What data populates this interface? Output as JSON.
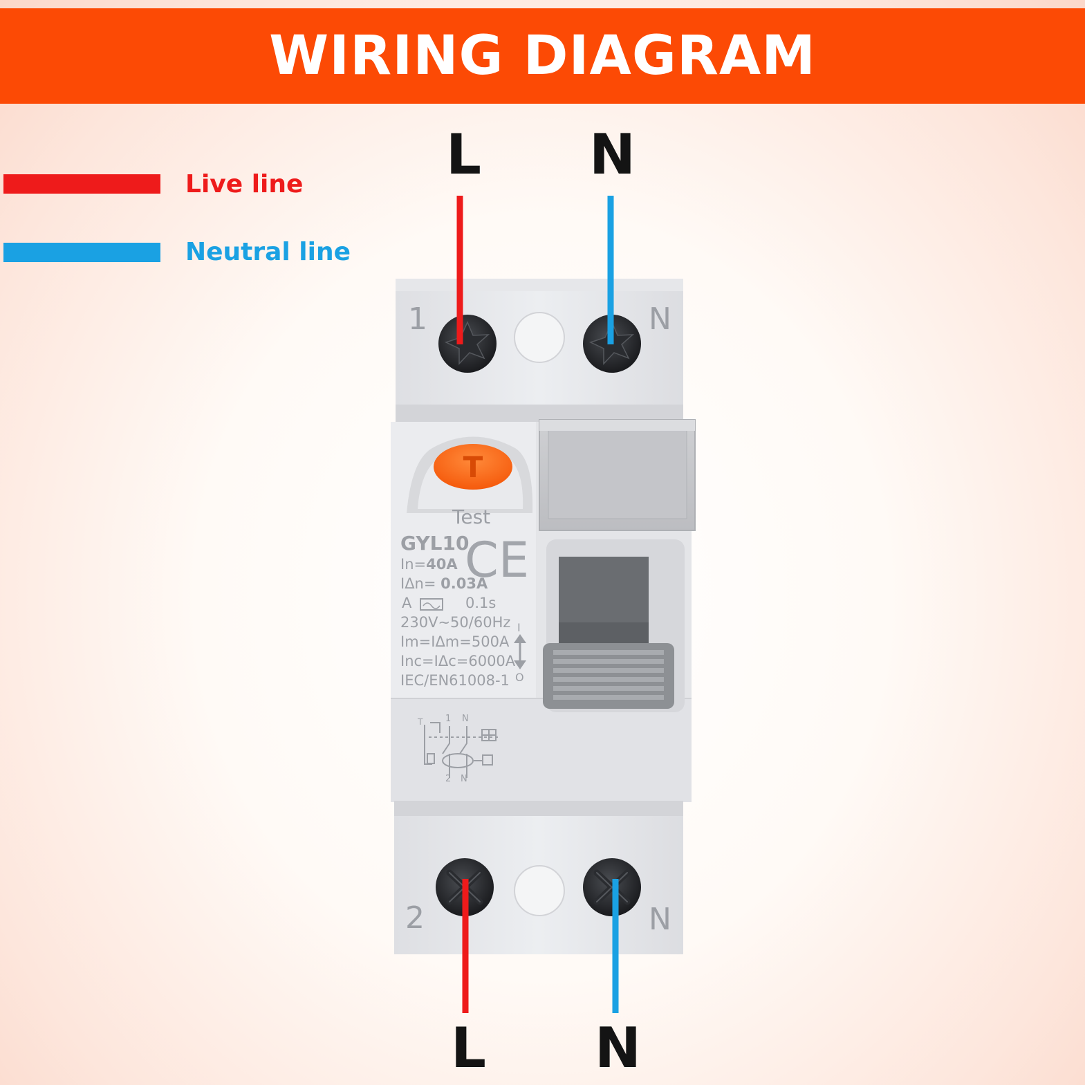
{
  "header": {
    "title": "WIRING DIAGRAM"
  },
  "legend": {
    "live": {
      "label": "Live line",
      "color": "#ee1b1b"
    },
    "neutral": {
      "label": "Neutral line",
      "color": "#1aa1e3"
    }
  },
  "terminals": {
    "top_left": "L",
    "top_right": "N",
    "bottom_left": "L",
    "bottom_right": "N"
  },
  "device": {
    "top_pole_number": "1",
    "top_pole_neutral": "N",
    "bottom_pole_number": "2",
    "bottom_pole_neutral": "N",
    "test_button_letter": "T",
    "test_label": "Test",
    "model": "GYL10",
    "ce_mark": "CE",
    "specs": {
      "rated_current_prefix": "In=",
      "rated_current": "40A",
      "residual_current_prefix": "IΔn= ",
      "residual_current": "0.03A",
      "type": "A",
      "trip_time": "0.1s",
      "voltage": "230V∼50/60Hz",
      "im": "Im=IΔm=500A",
      "inc": "Inc=IΔc=6000A",
      "standard": "IEC/EN61008-1"
    },
    "switch_on_mark": "I",
    "switch_off_mark": "O",
    "schematic_labels": {
      "t": "T",
      "one": "1",
      "n_top": "N",
      "two": "2",
      "n_bottom": "N"
    }
  }
}
